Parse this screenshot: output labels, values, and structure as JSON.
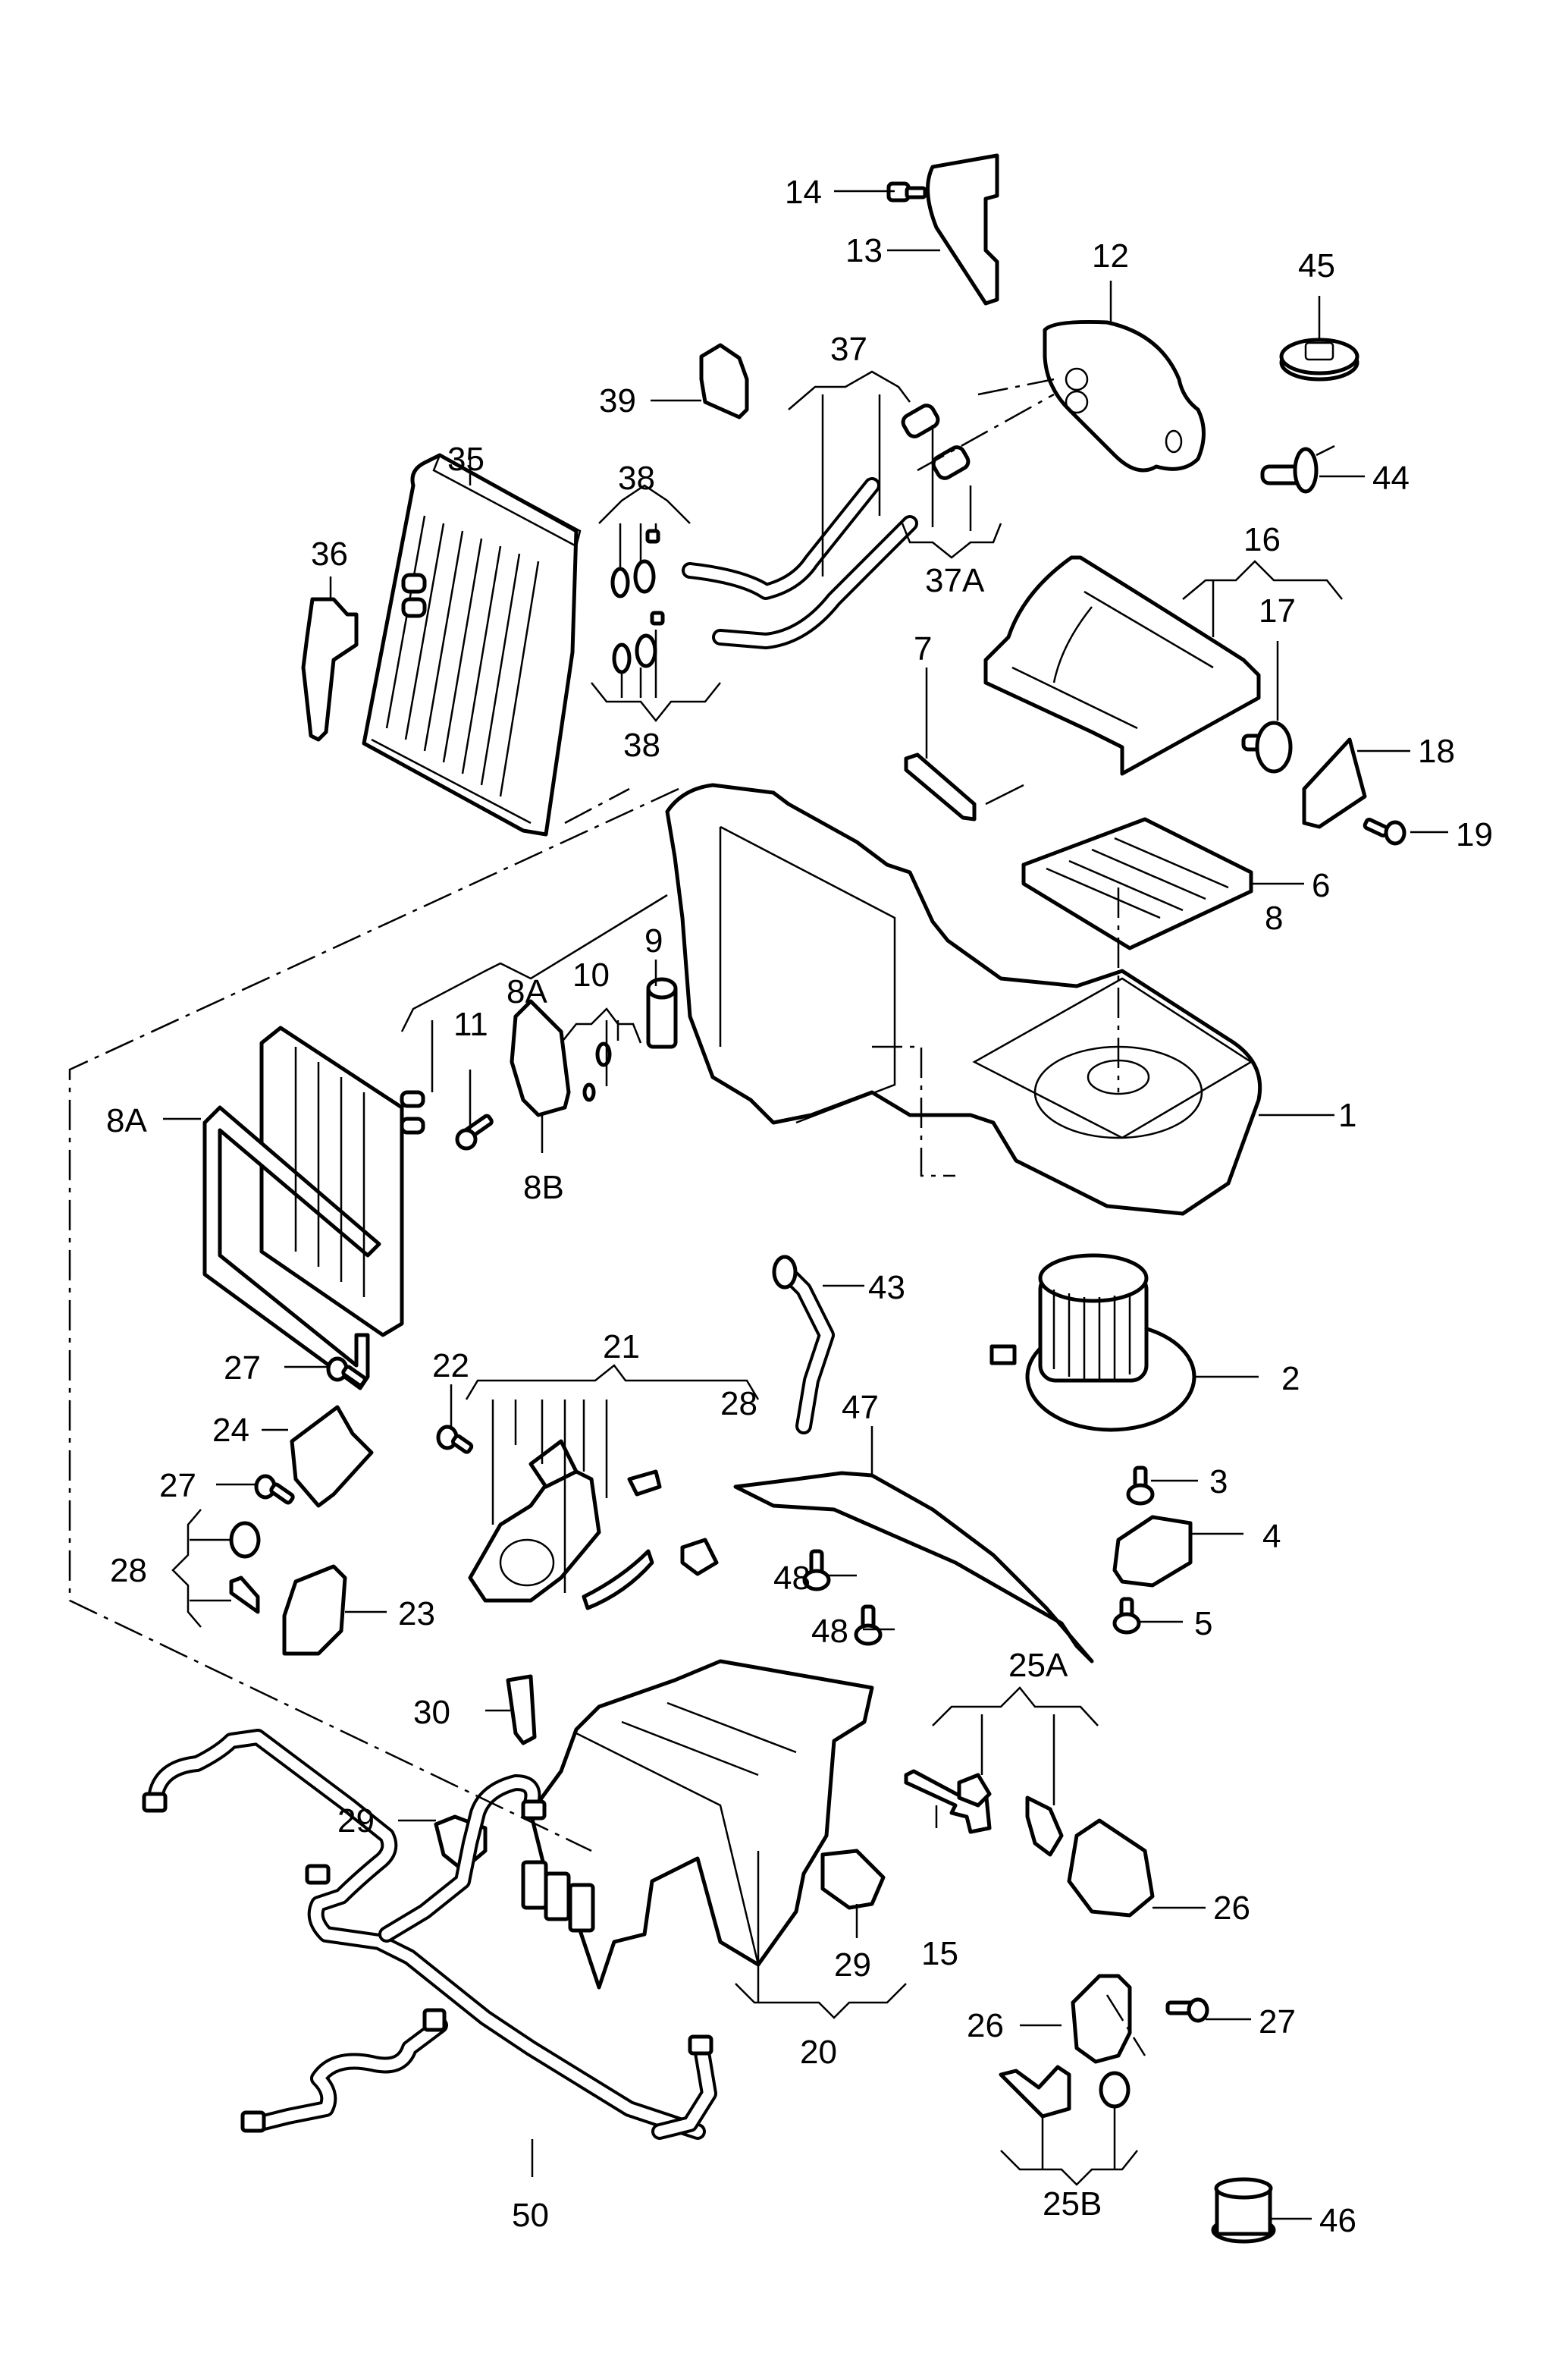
{
  "diagram": {
    "title": "",
    "type": "exploded-parts-diagram",
    "subject": "heater / air-conditioning unit assembly",
    "line_color": "#000000",
    "background": "#ffffff"
  },
  "callouts": [
    {
      "id": "c1",
      "label": "1"
    },
    {
      "id": "c2",
      "label": "2"
    },
    {
      "id": "c3",
      "label": "3"
    },
    {
      "id": "c4",
      "label": "4"
    },
    {
      "id": "c5",
      "label": "5"
    },
    {
      "id": "c6",
      "label": "6"
    },
    {
      "id": "c7",
      "label": "7"
    },
    {
      "id": "c8",
      "label": "8"
    },
    {
      "id": "c8A",
      "label": "8A"
    },
    {
      "id": "c8A2",
      "label": "8A"
    },
    {
      "id": "c8B",
      "label": "8B"
    },
    {
      "id": "c9",
      "label": "9"
    },
    {
      "id": "c10",
      "label": "10"
    },
    {
      "id": "c11",
      "label": "11"
    },
    {
      "id": "c12",
      "label": "12"
    },
    {
      "id": "c13",
      "label": "13"
    },
    {
      "id": "c14",
      "label": "14"
    },
    {
      "id": "c15",
      "label": "15"
    },
    {
      "id": "c16",
      "label": "16"
    },
    {
      "id": "c17",
      "label": "17"
    },
    {
      "id": "c18",
      "label": "18"
    },
    {
      "id": "c19",
      "label": "19"
    },
    {
      "id": "c20",
      "label": "20"
    },
    {
      "id": "c21",
      "label": "21"
    },
    {
      "id": "c22",
      "label": "22"
    },
    {
      "id": "c23",
      "label": "23"
    },
    {
      "id": "c24",
      "label": "24"
    },
    {
      "id": "c25A",
      "label": "25A"
    },
    {
      "id": "c25B",
      "label": "25B"
    },
    {
      "id": "c26a",
      "label": "26"
    },
    {
      "id": "c26b",
      "label": "26"
    },
    {
      "id": "c27a",
      "label": "27"
    },
    {
      "id": "c27b",
      "label": "27"
    },
    {
      "id": "c27c",
      "label": "27"
    },
    {
      "id": "c28a",
      "label": "28"
    },
    {
      "id": "c28b",
      "label": "28"
    },
    {
      "id": "c29a",
      "label": "29"
    },
    {
      "id": "c29b",
      "label": "29"
    },
    {
      "id": "c30",
      "label": "30"
    },
    {
      "id": "c35",
      "label": "35"
    },
    {
      "id": "c36",
      "label": "36"
    },
    {
      "id": "c37",
      "label": "37"
    },
    {
      "id": "c37A",
      "label": "37A"
    },
    {
      "id": "c38a",
      "label": "38"
    },
    {
      "id": "c38b",
      "label": "38"
    },
    {
      "id": "c39",
      "label": "39"
    },
    {
      "id": "c43",
      "label": "43"
    },
    {
      "id": "c44",
      "label": "44"
    },
    {
      "id": "c45",
      "label": "45"
    },
    {
      "id": "c46",
      "label": "46"
    },
    {
      "id": "c47",
      "label": "47"
    },
    {
      "id": "c48a",
      "label": "48"
    },
    {
      "id": "c48b",
      "label": "48"
    },
    {
      "id": "c50",
      "label": "50"
    }
  ]
}
